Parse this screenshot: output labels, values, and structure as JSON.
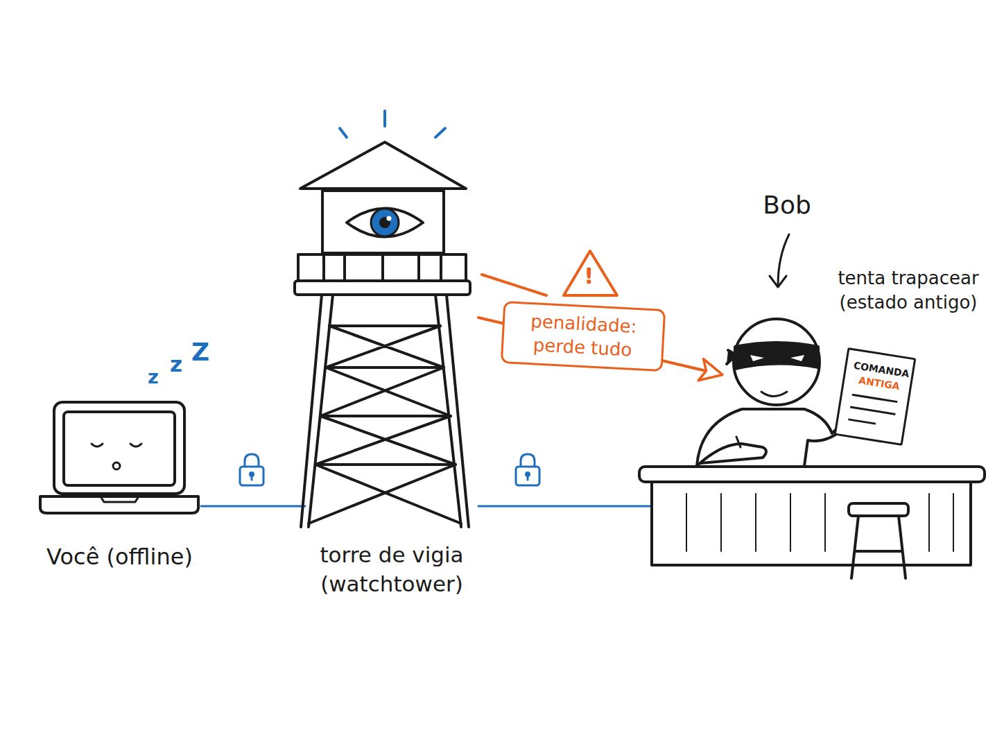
{
  "diagram": {
    "nodes": [
      {
        "text": [
          "Você (offline)"
        ]
      },
      {
        "text": [
          "torre de vigia (watchtower)"
        ]
      },
      {
        "text": [
          "Bob",
          "tenta trapacear (estado antigo)"
        ]
      },
      {
        "text": [
          "COMANDA",
          "ANTIGA"
        ],
        "in": 2
      }
    ],
    "edges": [
      {
        "from": 0,
        "to": 1,
        "arrow": "none"
      },
      {
        "from": 1,
        "to": 2,
        "arrow": "none"
      },
      {
        "from": 1,
        "to": 2,
        "label": "penalidade: perde tudo",
        "arrow": "to"
      }
    ],
    "labels": [
      "z",
      "z",
      "Z",
      "!"
    ]
  }
}
